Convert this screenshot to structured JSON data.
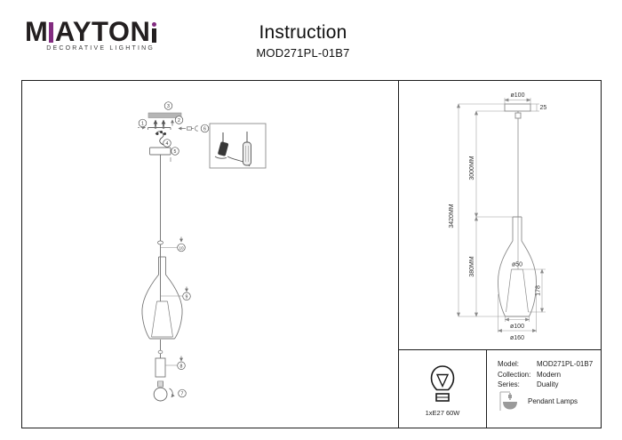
{
  "brand": {
    "logo_first": "M",
    "logo_mid": "AYTON",
    "tagline": "DECORATIVE LIGHTING",
    "purple": "#822c80",
    "ink": "#231f20"
  },
  "header": {
    "title": "Instruction",
    "model": "MOD271PL-01B7"
  },
  "assembly": {
    "callouts": [
      "1",
      "2",
      "3",
      "4",
      "5",
      "6",
      "7",
      "8",
      "9",
      "10"
    ]
  },
  "dimensions": {
    "canopy_diameter": "ø100",
    "canopy_height": "25",
    "cord_length": "3000MM",
    "total_height": "3420MM",
    "shade_height": "380MM",
    "inner_top_diameter": "ø50",
    "inner_height": "178",
    "bottom_diameter": "ø100",
    "max_diameter": "ø160"
  },
  "specs": {
    "bulb_label": "1xE27 60W",
    "model_label": "Model:",
    "model_value": "MOD271PL-01B7",
    "collection_label": "Collection:",
    "collection_value": "Modern",
    "series_label": "Series:",
    "series_value": "Duality",
    "type_value": "Pendant Lamps"
  }
}
